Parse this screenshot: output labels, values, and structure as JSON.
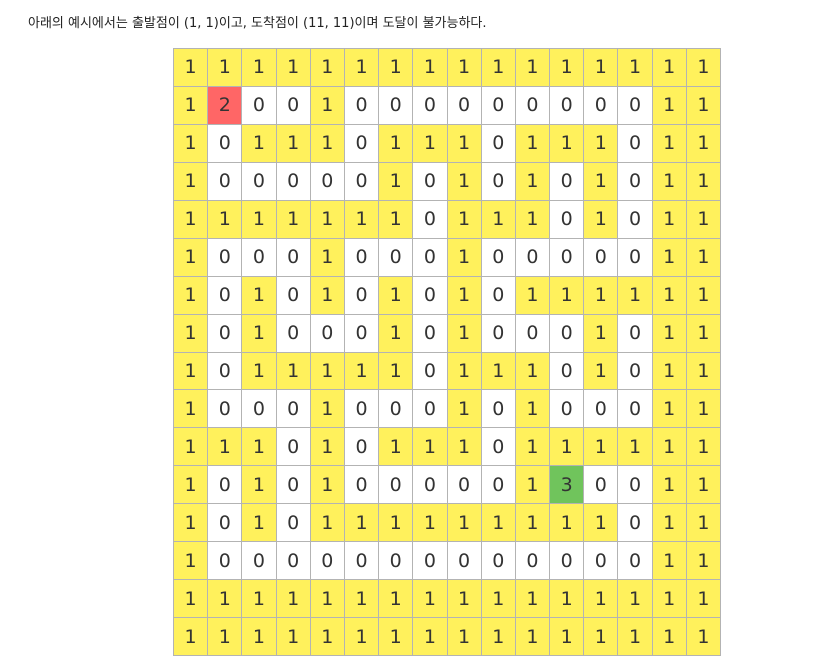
{
  "caption": "아래의 예시에서는 출발점이 (1, 1)이고, 도착점이 (11, 11)이며 도달이 불가능하다.",
  "colors": {
    "wall": "#fff15c",
    "path": "#ffffff",
    "start": "#ff6666",
    "end": "#70c45c"
  },
  "maze": [
    "1111111111111111",
    "1200100000000011",
    "1011101110111011",
    "1000001010101011",
    "1111111011101011",
    "1000100010000011",
    "1010101010111111",
    "1010001010001011",
    "1011111011101011",
    "1000100010100011",
    "1110101110111111",
    "1010100000130011",
    "1010111111111011",
    "1000000000000011",
    "1111111111111111",
    "1111111111111111"
  ]
}
